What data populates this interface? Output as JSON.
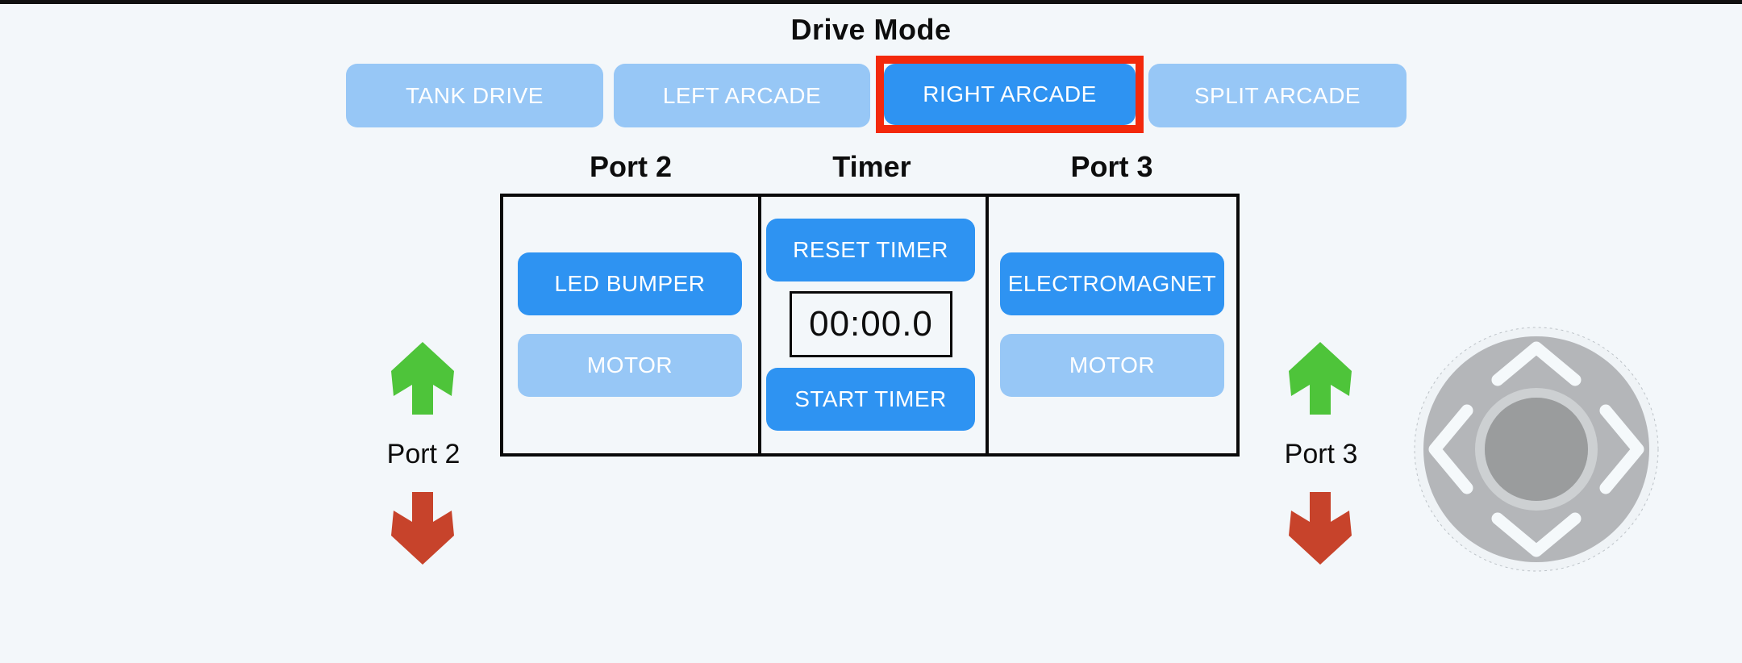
{
  "colors": {
    "background": "#f3f7fa",
    "active_blue": "#2e93f2",
    "inactive_blue": "#97c7f6",
    "highlight_red": "#f3290c",
    "arrow_green": "#4ec43a",
    "arrow_red": "#c7432b",
    "text_dark": "#0d0d0d",
    "button_text": "#ffffff"
  },
  "header": {
    "title": "Drive Mode"
  },
  "drive_mode": {
    "buttons": [
      {
        "label": "TANK DRIVE",
        "state": "inactive"
      },
      {
        "label": "LEFT ARCADE",
        "state": "inactive"
      },
      {
        "label": "RIGHT ARCADE",
        "state": "active",
        "highlighted": true
      },
      {
        "label": "SPLIT ARCADE",
        "state": "inactive"
      }
    ]
  },
  "panel": {
    "columns": [
      {
        "header": "Port 2",
        "buttons": [
          {
            "label": "LED BUMPER",
            "state": "active"
          },
          {
            "label": "MOTOR",
            "state": "inactive"
          }
        ]
      },
      {
        "header": "Timer",
        "reset_button": "RESET TIMER",
        "display_value": "00:00.0",
        "start_button": "START TIMER"
      },
      {
        "header": "Port 3",
        "buttons": [
          {
            "label": "ELECTROMAGNET",
            "state": "active"
          },
          {
            "label": "MOTOR",
            "state": "inactive"
          }
        ]
      }
    ]
  },
  "port_indicators": {
    "left": {
      "label": "Port 2",
      "up_icon": "green-up-arrow",
      "down_icon": "red-down-arrow"
    },
    "right": {
      "label": "Port 3",
      "up_icon": "green-up-arrow",
      "down_icon": "red-down-arrow"
    }
  },
  "joystick": {
    "icon": "joystick-dpad",
    "directions": [
      "up",
      "left",
      "right",
      "down"
    ]
  }
}
